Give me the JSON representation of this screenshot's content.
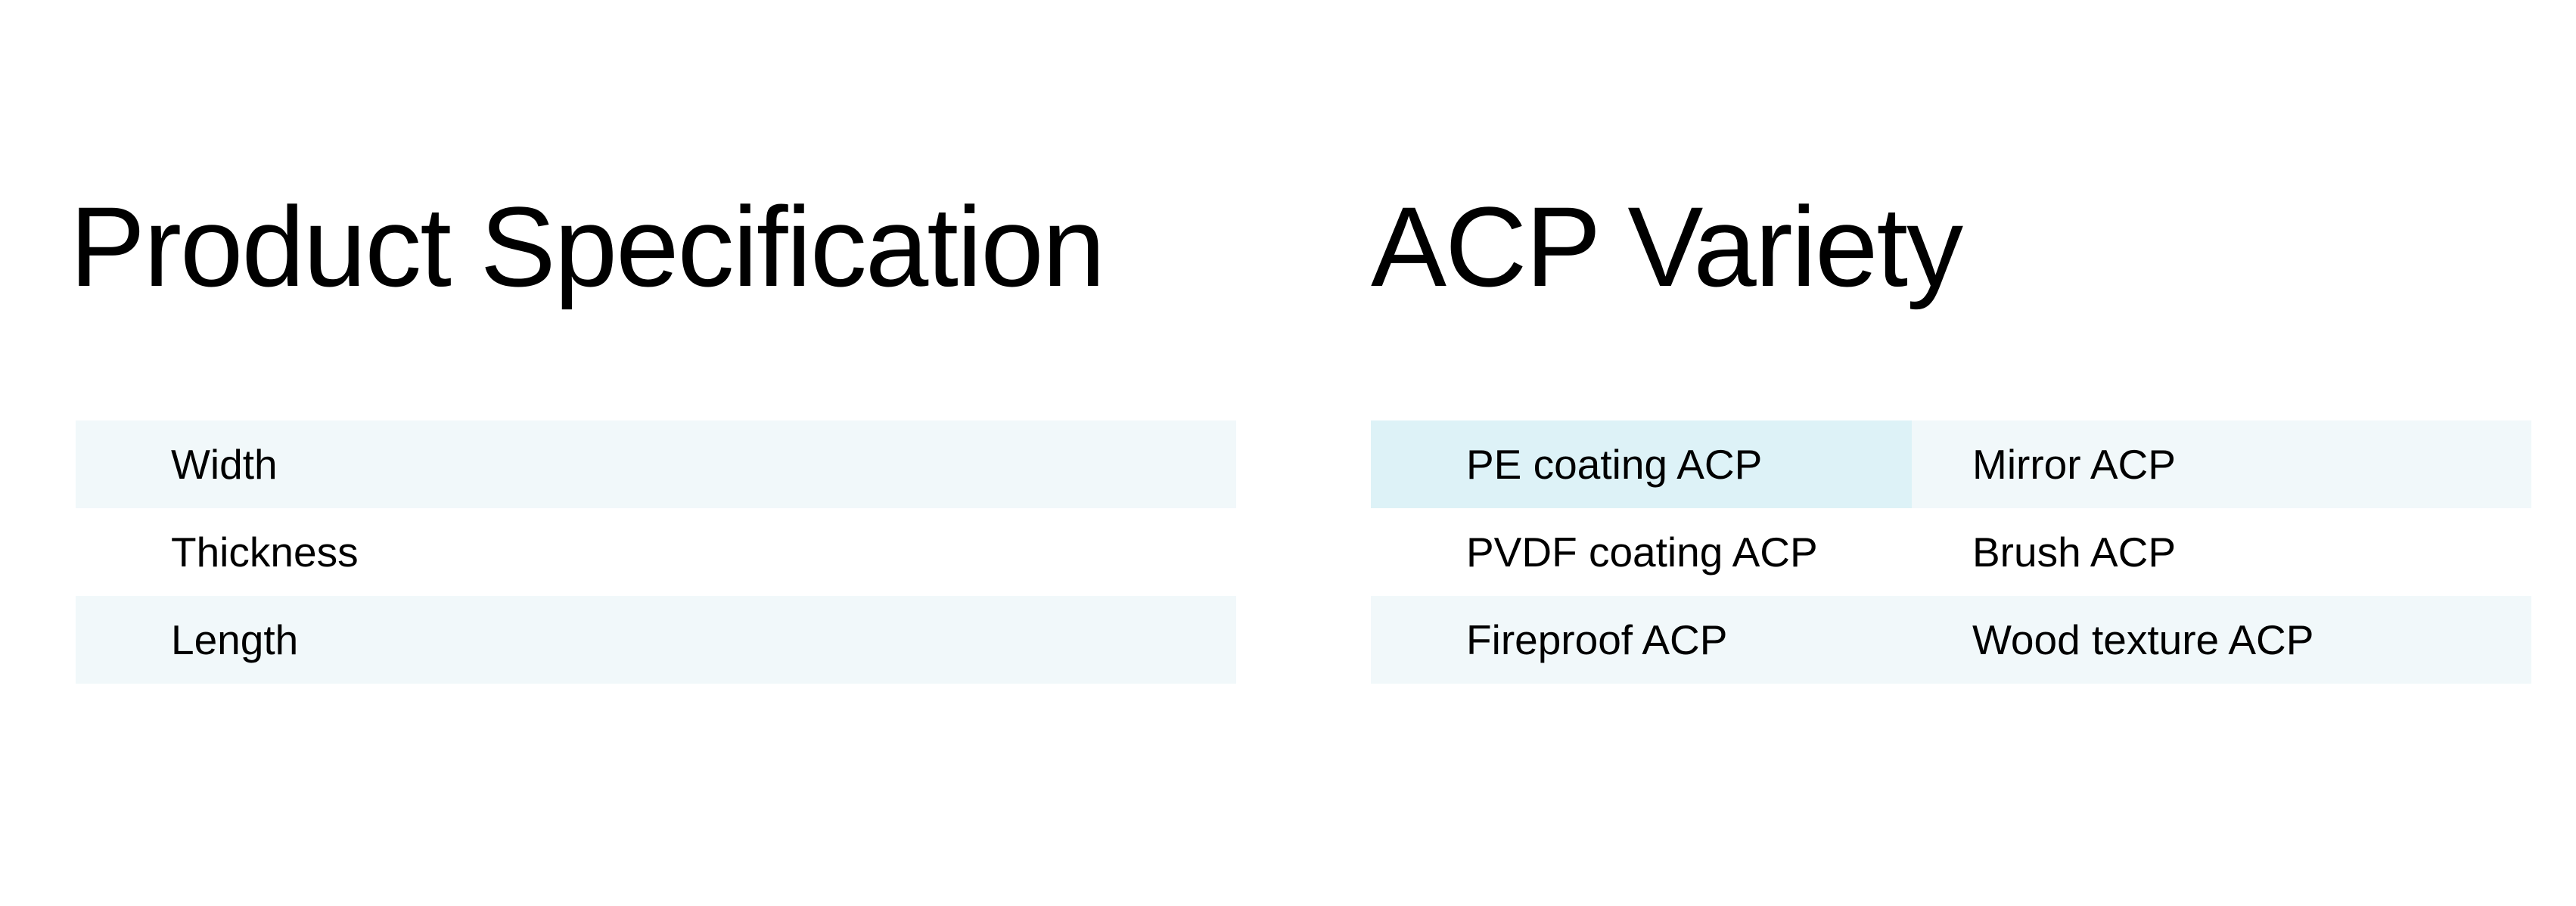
{
  "specification": {
    "title": "Product Specification",
    "rows": [
      "Width",
      "Thickness",
      "Length"
    ]
  },
  "variety": {
    "title": "ACP Variety",
    "rows": [
      [
        "PE coating ACP",
        "Mirror ACP"
      ],
      [
        "PVDF coating ACP",
        "Brush ACP"
      ],
      [
        "Fireproof ACP",
        "Wood texture ACP"
      ]
    ],
    "selected_item": "PE coating ACP"
  },
  "colors": {
    "row_shaded": "#f1f8fa",
    "cell_selected": "#ddf2f7",
    "text": "#000000"
  }
}
